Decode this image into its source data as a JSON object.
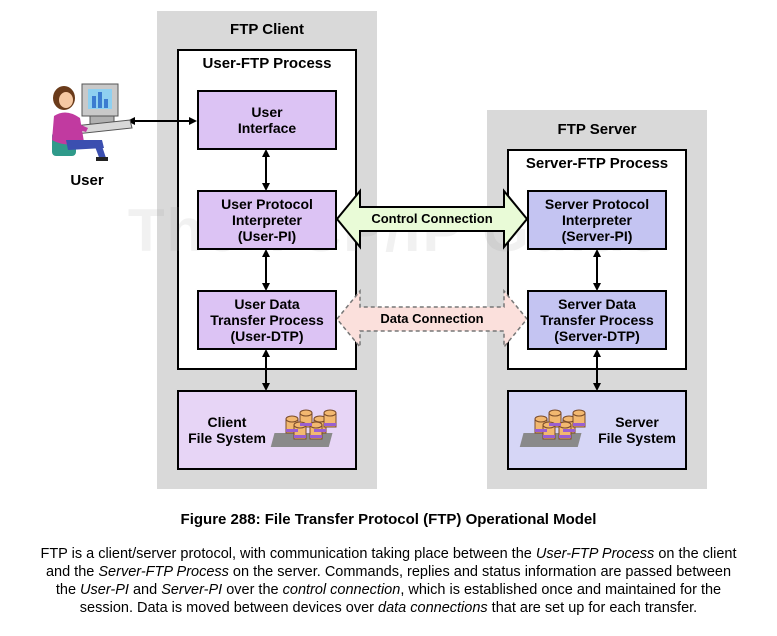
{
  "client": {
    "panel_title": "FTP Client",
    "process_title": "User-FTP Process",
    "ui": "User\nInterface",
    "pi": "User Protocol\nInterpreter\n(User-PI)",
    "dtp": "User Data\nTransfer Process\n(User-DTP)",
    "fs": "Client\nFile System"
  },
  "server": {
    "panel_title": "FTP Server",
    "process_title": "Server-FTP Process",
    "pi": "Server Protocol\nInterpreter\n(Server-PI)",
    "dtp": "Server Data\nTransfer Process\n(Server-DTP)",
    "fs": "Server\nFile System"
  },
  "user_label": "User",
  "connections": {
    "control": "Control Connection",
    "data": "Data Connection"
  },
  "watermark": "The TCP/IP Guide",
  "caption": "Figure 288: File Transfer Protocol (FTP) Operational Model",
  "description": {
    "p1": "FTP is a client/server protocol, with communication taking place between the ",
    "i1": "User-FTP Process",
    "p2": " on the client and the ",
    "i2": "Server-FTP Process",
    "p3": " on the server. Commands, replies and status information are passed between the ",
    "i3": "User-PI",
    "p4": " and ",
    "i4": "Server-PI",
    "p5": " over the ",
    "i5": "control connection",
    "p6": ", which is established once and maintained for the session. Data is moved between devices over ",
    "i6": "data connections",
    "p7": " that are set up for each transfer."
  },
  "colors": {
    "panel": "#d9d9d9",
    "client_box": "#dcc3f4",
    "server_box": "#c4c4f2",
    "control_arrow": "#e9fbd7",
    "data_arrow": "#fbe0dc"
  }
}
